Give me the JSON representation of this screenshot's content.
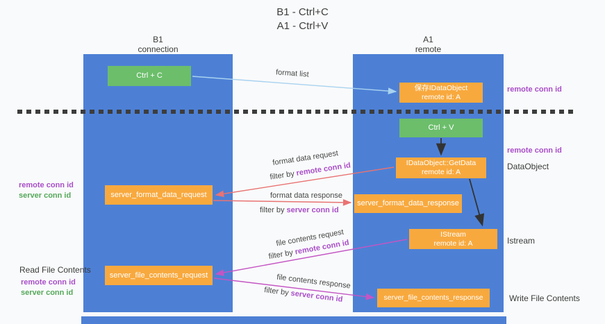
{
  "title": {
    "line1": "B1 - Ctrl+C",
    "line2": "A1 - Ctrl+V"
  },
  "lane_b1": {
    "title": "B1",
    "subtitle": "connection"
  },
  "lane_a1": {
    "title": "A1",
    "subtitle": "remote"
  },
  "boxes": {
    "ctrl_c": {
      "label": "Ctrl + C"
    },
    "save_idataobject": {
      "line1": "保存IDataObject",
      "line2": "remote id: A"
    },
    "ctrl_v": {
      "label": "Ctrl + V"
    },
    "getdata": {
      "line1": "IDataObject::GetData",
      "line2": "remote id: A"
    },
    "format_request": {
      "label": "server_format_data_request"
    },
    "format_response": {
      "label": "server_format_data_response"
    },
    "istream": {
      "line1": "IStream",
      "line2": "remote id: A"
    },
    "file_request": {
      "label": "server_file_contents_request"
    },
    "file_response": {
      "label": "server_file_contents_response"
    }
  },
  "flows": {
    "format_list": {
      "label": "format list"
    },
    "format_data_request": {
      "label": "format data request",
      "filter_prefix": "filter by ",
      "filter_id": "remote conn id"
    },
    "format_data_response": {
      "label": "format data response",
      "filter_prefix": "filter by ",
      "filter_id": "server conn id"
    },
    "file_contents_request": {
      "label": "file contents request",
      "filter_prefix": "filter by ",
      "filter_id": "remote conn id"
    },
    "file_contents_response": {
      "label": "file contents response",
      "filter_prefix": "filter by ",
      "filter_id": "server conn id"
    }
  },
  "annotations": {
    "right_remote_conn_id_top": "remote conn id",
    "right_remote_conn_id_mid": "remote conn id",
    "right_dataobject": "DataObject",
    "right_istream": "Istream",
    "right_write_file_contents": "Write File Contents",
    "left_remote_conn_id_top": "remote conn id",
    "left_server_conn_id_top": "server conn id",
    "left_read_file_contents": "Read File Contents",
    "left_remote_conn_id_bottom": "remote conn id",
    "left_server_conn_id_bottom": "server conn id"
  },
  "colors": {
    "lane_blue": "#4d80d5",
    "box_orange": "#f8a93e",
    "box_green": "#6cbe6b",
    "arrow_light_blue": "#a8d2ef",
    "arrow_red": "#e97373",
    "arrow_magenta": "#c455c4",
    "arrow_black": "#333333",
    "text_purple": "#a94fc8",
    "text_green": "#55a85a"
  }
}
